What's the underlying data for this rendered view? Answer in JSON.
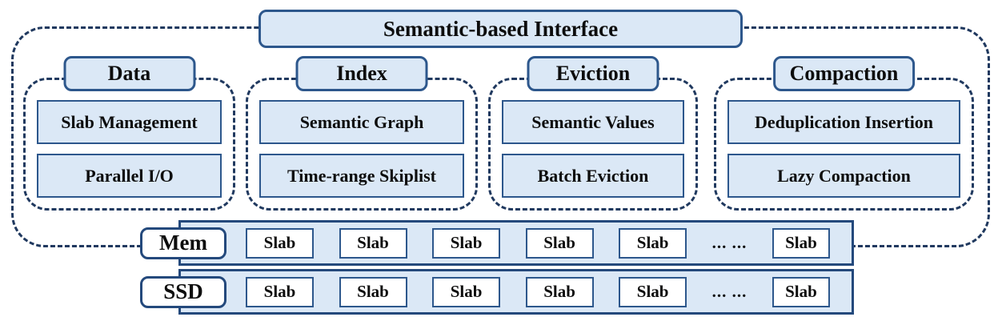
{
  "interface": {
    "label": "Semantic-based Interface"
  },
  "columns": [
    {
      "tab": "Data",
      "boxes": [
        "Slab Management",
        "Parallel I/O"
      ]
    },
    {
      "tab": "Index",
      "boxes": [
        "Semantic Graph",
        "Time-range Skiplist"
      ]
    },
    {
      "tab": "Eviction",
      "boxes": [
        "Semantic Values",
        "Batch Eviction"
      ]
    },
    {
      "tab": "Compaction",
      "boxes": [
        "Deduplication Insertion",
        "Lazy Compaction"
      ]
    }
  ],
  "storage": {
    "rows": [
      {
        "label": "Mem",
        "slabs": [
          "Slab",
          "Slab",
          "Slab",
          "Slab",
          "Slab"
        ],
        "ellipsis": "... ...",
        "last_slab": "Slab"
      },
      {
        "label": "SSD",
        "slabs": [
          "Slab",
          "Slab",
          "Slab",
          "Slab",
          "Slab"
        ],
        "ellipsis": "... ...",
        "last_slab": "Slab"
      }
    ]
  },
  "colors": {
    "box_fill": "#dbe8f6",
    "box_border": "#2d578c",
    "dashed_border": "#20395f",
    "row_border": "#24497c",
    "slab_fill": "#ffffff",
    "text_color": "#0d0d0d"
  }
}
